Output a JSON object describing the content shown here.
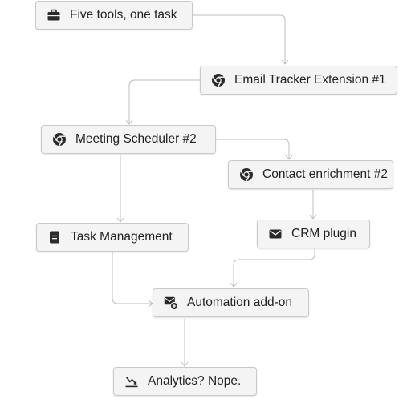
{
  "diagram": {
    "nodes": {
      "five_tools": {
        "label": "Five tools, one task",
        "icon": "briefcase-icon"
      },
      "email_tracker": {
        "label": "Email Tracker Extension #1",
        "icon": "chrome-icon"
      },
      "meeting_scheduler": {
        "label": "Meeting Scheduler #2",
        "icon": "chrome-icon"
      },
      "contact_enrichment": {
        "label": "Contact enrichment #2",
        "icon": "chrome-icon"
      },
      "task_management": {
        "label": "Task Management",
        "icon": "document-icon"
      },
      "crm_plugin": {
        "label": "CRM plugin",
        "icon": "envelope-icon"
      },
      "automation_addon": {
        "label": "Automation add-on",
        "icon": "mail-plus-icon"
      },
      "analytics": {
        "label": "Analytics? Nope.",
        "icon": "chart-down-icon"
      }
    },
    "edges": [
      {
        "from": "five_tools",
        "to": "email_tracker"
      },
      {
        "from": "email_tracker",
        "to": "meeting_scheduler"
      },
      {
        "from": "meeting_scheduler",
        "to": "contact_enrichment"
      },
      {
        "from": "meeting_scheduler",
        "to": "task_management"
      },
      {
        "from": "contact_enrichment",
        "to": "crm_plugin"
      },
      {
        "from": "crm_plugin",
        "to": "automation_addon"
      },
      {
        "from": "task_management",
        "to": "automation_addon"
      },
      {
        "from": "automation_addon",
        "to": "analytics"
      }
    ],
    "colors": {
      "node_fill": "#f4f4f4",
      "node_border": "#c9c9c9",
      "edge": "#bcbcbc",
      "icon": "#2a2a2a"
    }
  }
}
